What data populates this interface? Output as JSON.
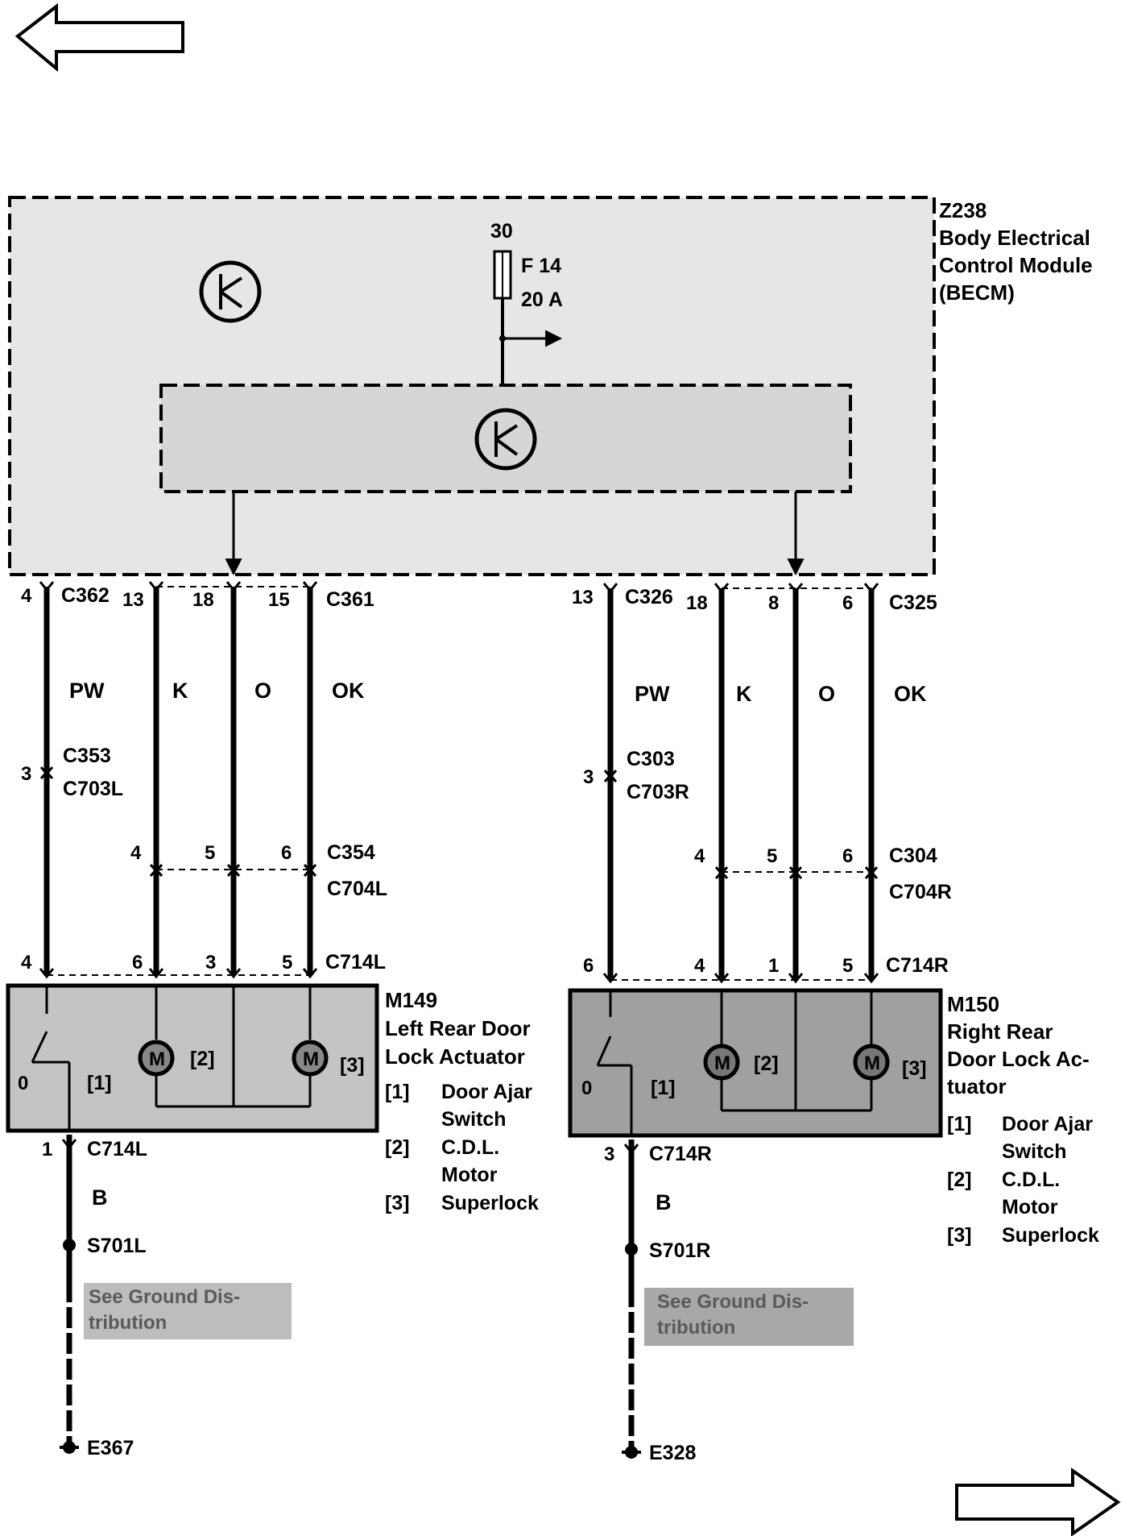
{
  "navigation": {
    "previous_icon": "left-arrow-icon",
    "next_icon": "right-arrow-icon"
  },
  "becm": {
    "id": "Z238",
    "name_line1": "Body Electrical",
    "name_line2": "Control Module",
    "name_line3": "(BECM)",
    "supply_terminal": "30",
    "fuse_id": "F 14",
    "fuse_rating": "20 A"
  },
  "left": {
    "connector_left": "C362",
    "connector_left_pin": "4",
    "connector_right": "C361",
    "connector_right_pins": [
      "13",
      "18",
      "15"
    ],
    "wire_colors": [
      "PW",
      "K",
      "O",
      "OK"
    ],
    "inline1_pin": "3",
    "inline1_name1": "C353",
    "inline1_name2": "C703L",
    "inline2_pins": [
      "4",
      "5",
      "6"
    ],
    "inline2_name1": "C354",
    "inline2_name2": "C704L",
    "actuator_connector": "C714L",
    "actuator_pins": [
      "4",
      "6",
      "3",
      "5"
    ],
    "actuator_id": "M149",
    "actuator_name_line1": "Left Rear Door",
    "actuator_name_line2": "Lock Actuator",
    "internal_labels": [
      "[1]",
      "[2]",
      "[3]"
    ],
    "legend": [
      {
        "key": "[1]",
        "line1": "Door Ajar",
        "line2": "Switch"
      },
      {
        "key": "[2]",
        "line1": "C.D.L.",
        "line2": "Motor"
      },
      {
        "key": "[3]",
        "line1": "Superlock",
        "line2": ""
      }
    ],
    "ground_connector_pin": "1",
    "ground_connector": "C714L",
    "ground_wire_color": "B",
    "splice": "S701L",
    "note_line1": "See Ground Dis-",
    "note_line2": "tribution",
    "ground_point": "E367"
  },
  "right": {
    "connector_left": "C326",
    "connector_left_pin": "13",
    "connector_right": "C325",
    "connector_right_pins": [
      "18",
      "8",
      "6"
    ],
    "wire_colors": [
      "PW",
      "K",
      "O",
      "OK"
    ],
    "inline1_pin": "3",
    "inline1_name1": "C303",
    "inline1_name2": "C703R",
    "inline2_pins": [
      "4",
      "5",
      "6"
    ],
    "inline2_name1": "C304",
    "inline2_name2": "C704R",
    "actuator_connector": "C714R",
    "actuator_pins": [
      "6",
      "4",
      "1",
      "5"
    ],
    "actuator_id": "M150",
    "actuator_name_line1": "Right Rear",
    "actuator_name_line2": "Door Lock Ac-",
    "actuator_name_line3": "tuator",
    "internal_labels": [
      "[1]",
      "[2]",
      "[3]"
    ],
    "legend": [
      {
        "key": "[1]",
        "line1": "Door Ajar",
        "line2": "Switch"
      },
      {
        "key": "[2]",
        "line1": "C.D.L.",
        "line2": "Motor"
      },
      {
        "key": "[3]",
        "line1": "Superlock",
        "line2": ""
      }
    ],
    "ground_connector_pin": "3",
    "ground_connector": "C714R",
    "ground_wire_color": "B",
    "splice": "S701R",
    "note_line1": "See Ground Dis-",
    "note_line2": "tribution",
    "ground_point": "E328"
  },
  "colors": {
    "module_fill": "#e6e6e6",
    "actuator_left_fill": "#c4c4c4",
    "actuator_right_fill": "#a0a0a0",
    "note_fill": "#bdbdbd"
  }
}
